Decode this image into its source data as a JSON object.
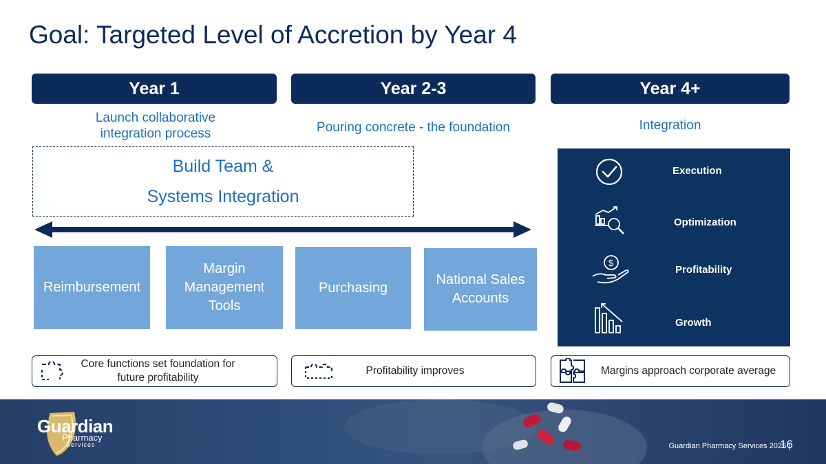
{
  "title": "Goal: Targeted Level of Accretion by Year 4",
  "years": [
    {
      "label": "Year 1",
      "subtitle": "Launch collaborative integration process"
    },
    {
      "label": "Year 2-3",
      "subtitle": "Pouring concrete - the foundation"
    },
    {
      "label": "Year 4+",
      "subtitle": "Integration"
    }
  ],
  "build_team": {
    "line1": "Build Team &",
    "line2": "Systems Integration"
  },
  "functions": [
    "Reimbursement",
    "Margin Management Tools",
    "Purchasing",
    "National Sales Accounts"
  ],
  "integration_panel": [
    {
      "label": "Execution",
      "icon": "checkmark-circle-icon"
    },
    {
      "label": "Optimization",
      "icon": "chart-magnifier-icon"
    },
    {
      "label": "Profitability",
      "icon": "hand-dollar-icon"
    },
    {
      "label": "Growth",
      "icon": "bar-chart-down-icon"
    }
  ],
  "outcomes": [
    {
      "text": "Core functions set foundation for future profitability",
      "icon": "puzzle-icon"
    },
    {
      "text": "Profitability improves",
      "icon": "puzzle-icon"
    },
    {
      "text": "Margins approach corporate average",
      "icon": "puzzle-icon"
    }
  ],
  "logo": {
    "name": "Guardian",
    "line2": "Pharmacy",
    "line3": "Services"
  },
  "footer_text": "Guardian Pharmacy Services 2025",
  "page_number": "16",
  "colors": {
    "navy": "#0d2b5a",
    "accent_blue": "#1f6fbf",
    "box_blue": "#74a7d9"
  }
}
